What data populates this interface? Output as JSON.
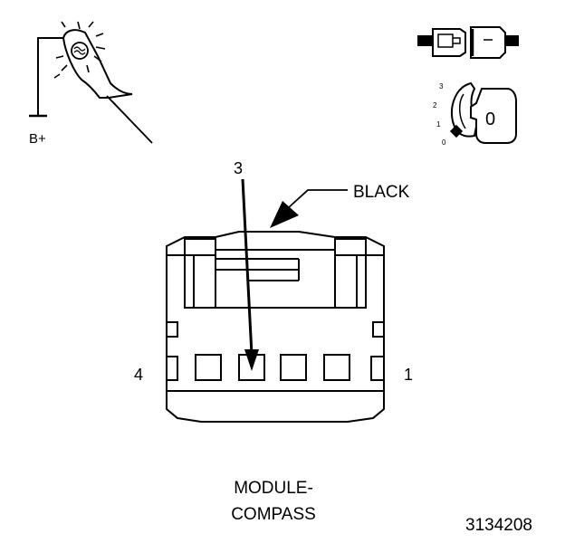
{
  "test_light": {
    "ground_label": "B+"
  },
  "ignition_key": {
    "positions": [
      "3",
      "2",
      "1",
      "0"
    ],
    "key_symbol": "0"
  },
  "connector": {
    "color_callout": "BLACK",
    "pin_callout": "3",
    "pin_left_label": "4",
    "pin_right_label": "1",
    "caption_line1": "MODULE-",
    "caption_line2": "COMPASS"
  },
  "figure_id": "3134208",
  "colors": {
    "ink": "#000000",
    "background": "#ffffff"
  }
}
